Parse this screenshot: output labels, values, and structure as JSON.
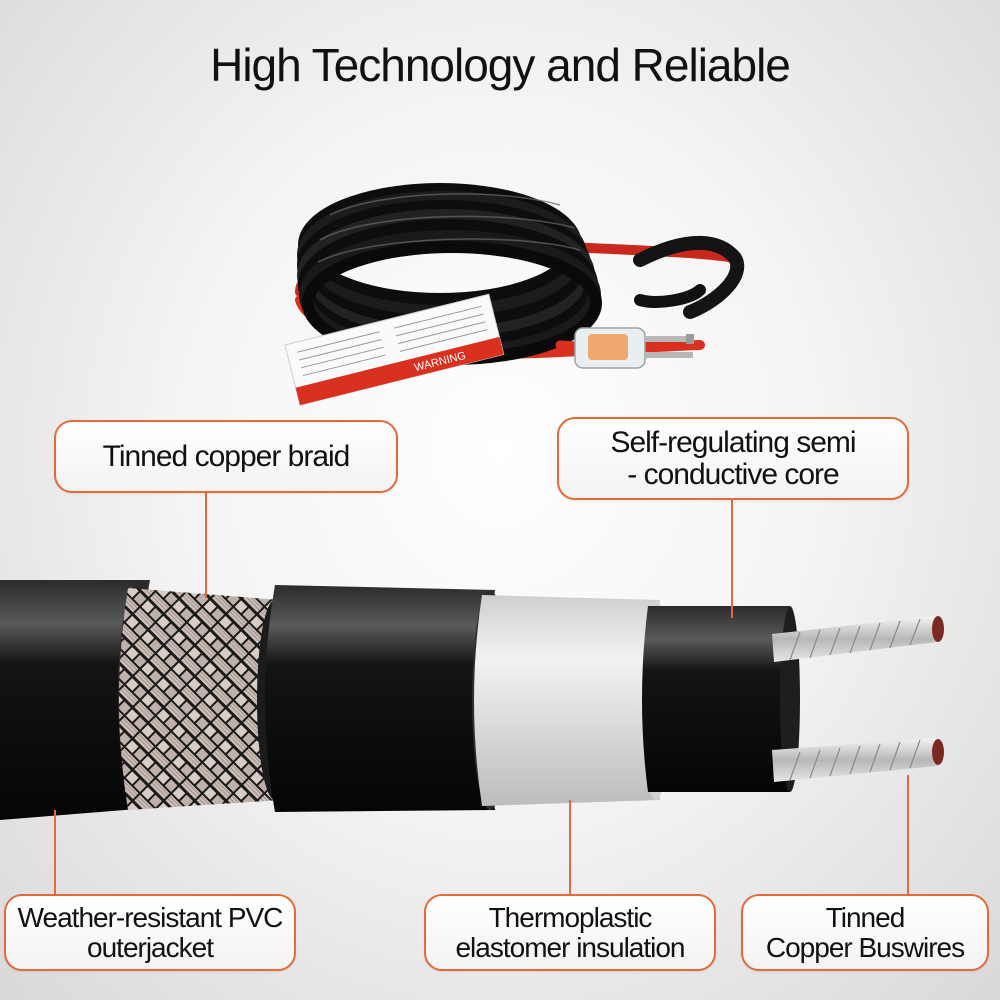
{
  "title": "High Technology and Reliable",
  "product": {
    "tag_text": "WARNING"
  },
  "labels": {
    "tinned_copper_braid": [
      "Tinned copper braid"
    ],
    "semi_conductive_core": [
      "Self-regulating semi",
      "- conductive core"
    ],
    "pvc_outerjacket": [
      "Weather-resistant PVC",
      "outerjacket"
    ],
    "thermoplastic_insulation": [
      "Thermoplastic",
      "elastomer insulation"
    ],
    "copper_buswires": [
      "Tinned",
      "Copper Buswires"
    ]
  },
  "colors": {
    "accent": "#e36a3a",
    "cable_black": "#111111",
    "cable_red": "#d9301f",
    "insulation": "#e6e6e6"
  }
}
